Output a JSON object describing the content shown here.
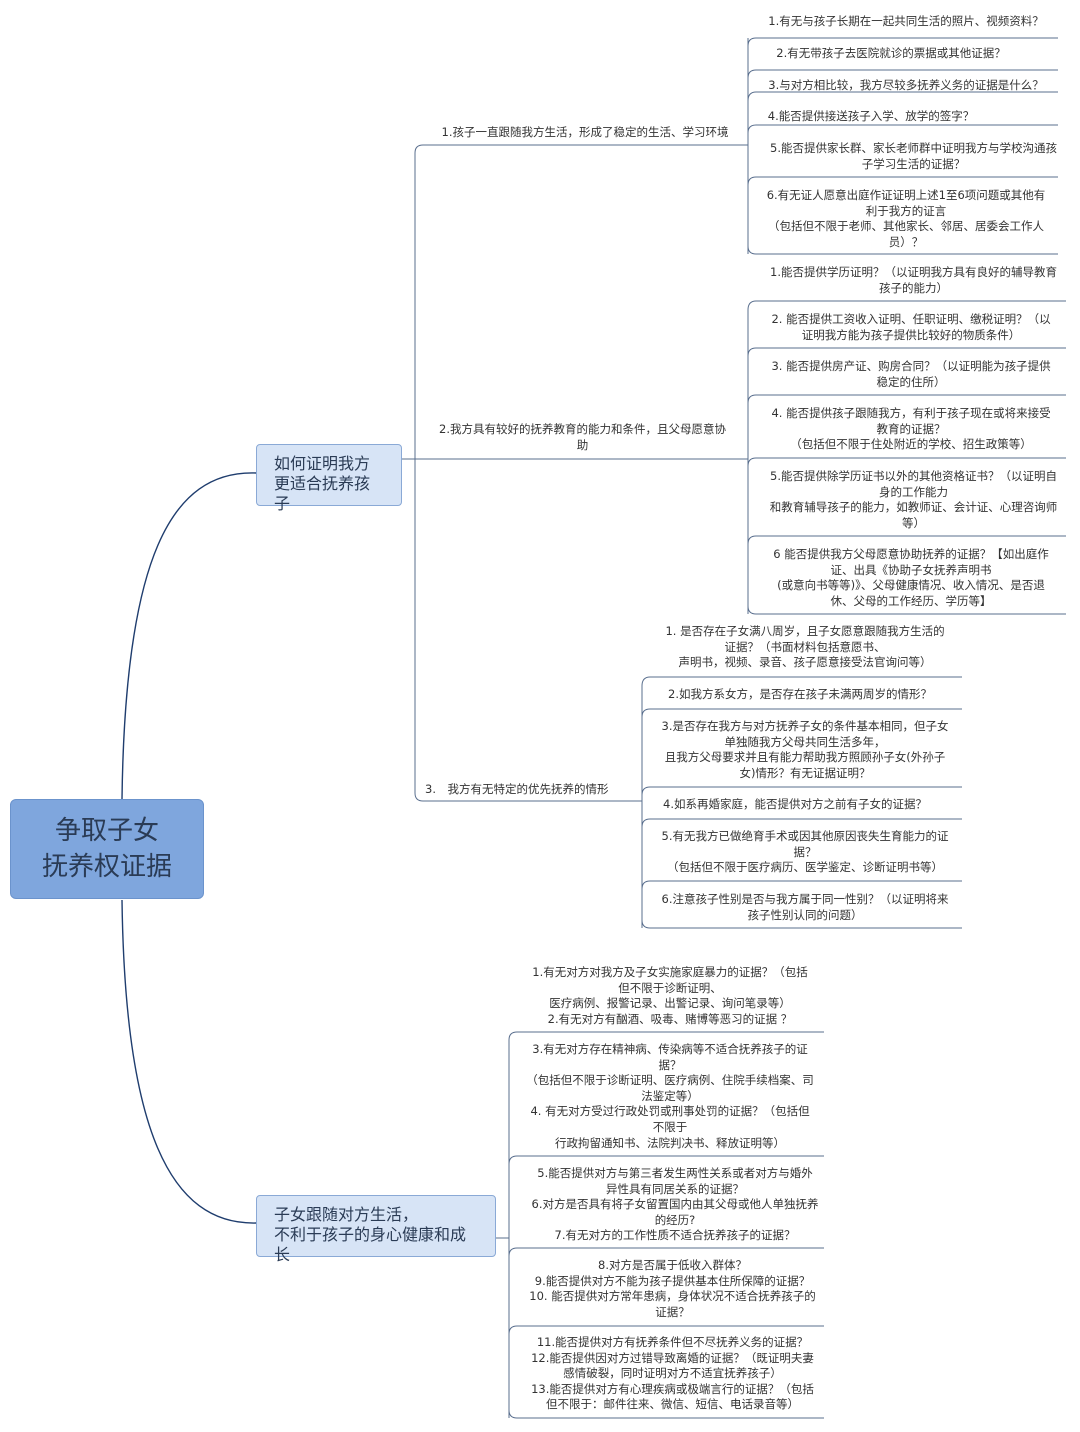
{
  "root": {
    "label": "争取子女\n抚养权证据"
  },
  "branch1": {
    "label": "如何证明我方\n更适合抚养孩子",
    "subs": [
      {
        "label": "1.孩子一直跟随我方生活，形成了稳定的生活、学习环境",
        "items": [
          "1.有无与孩子长期在一起共同生活的照片、视频资料？",
          "2.有无带孩子去医院就诊的票据或其他证据？",
          "3.与对方相比较，我方尽较多抚养义务的证据是什么？",
          "4.能否提供接送孩子入学、放学的签字？",
          "5.能否提供家长群、家长老师群中证明我方与学校沟通孩\n子学习生活的证据？",
          "6.有无证人愿意出庭作证证明上述1至6项问题或其他有\n利于我方的证言\n（包括但不限于老师、其他家长、邻居、居委会工作人\n员）？"
        ]
      },
      {
        "label": "2.我方具有较好的抚养教育的能力和条件，且父母愿意协\n助",
        "items": [
          "1.能否提供学历证明？（以证明我方具有良好的辅导教育\n孩子的能力）",
          "2. 能否提供工资收入证明、任职证明、缴税证明？（以\n证明我方能为孩子提供比较好的物质条件）",
          "3. 能否提供房产证、购房合同？（以证明能为孩子提供\n稳定的住所）",
          "4. 能否提供孩子跟随我方，有利于孩子现在或将来接受\n教育的证据？\n（包括但不限于住处附近的学校、招生政策等）",
          "5.能否提供除学历证书以外的其他资格证书？（以证明自\n身的工作能力\n和教育辅导孩子的能力，如教师证、会计证、心理咨询师\n等）",
          "6 能否提供我方父母愿意协助抚养的证据？【如出庭作\n证、出具《协助子女抚养声明书\n(或意向书等等)》、父母健康情况、收入情况、是否退\n休、父母的工作经历、学历等】"
        ]
      },
      {
        "label": "3.　我方有无特定的优先抚养的情形",
        "items": [
          "1. 是否存在子女满八周岁，且子女愿意跟随我方生活的\n证据？（书面材料包括意愿书、\n声明书，视频、录音、孩子愿意接受法官询问等）",
          "2.如我方系女方，是否存在孩子未满两周岁的情形？",
          "3.是否存在我方与对方抚养子女的条件基本相同，但子女\n单独随我方父母共同生活多年，\n且我方父母要求并且有能力帮助我方照顾孙子女(外孙子\n女)情形？有无证据证明？",
          "4.如系再婚家庭，能否提供对方之前有子女的证据？",
          "5.有无我方已做绝育手术或因其他原因丧失生育能力的证\n据？\n（包括但不限于医疗病历、医学鉴定、诊断证明书等）",
          "6.注意孩子性别是否与我方属于同一性别？（以证明将来\n孩子性别认同的问题）"
        ]
      }
    ]
  },
  "branch2": {
    "label": "子女跟随对方生活，\n不利于孩子的身心健康和成长",
    "items": [
      "1.有无对方对我方及子女实施家庭暴力的证据？（包括\n但不限于诊断证明、\n医疗病例、报警记录、出警记录、询问笔录等）\n2.有无对方有酗酒、吸毒、赌博等恶习的证据 ？",
      "3.有无对方存在精神病、传染病等不适合抚养孩子的证\n据？\n（包括但不限于诊断证明、医疗病例、住院手续档案、司\n法鉴定等）\n4. 有无对方受过行政处罚或刑事处罚的证据？（包括但\n不限于\n行政拘留通知书、法院判决书、释放证明等）",
      "5.能否提供对方与第三者发生两性关系或者对方与婚外\n异性具有同居关系的证据？\n6.对方是否具有将子女留置国内由其父母或他人单独抚养\n的经历?\n7.有无对方的工作性质不适合抚养孩子的证据？",
      "8.对方是否属于低收入群体？\n9.能否提供对方不能为孩子提供基本住所保障的证据？\n10. 能否提供对方常年患病，身体状况不适合抚养孩子的\n证据？",
      "11.能否提供对方有抚养条件但不尽抚养义务的证据？\n12.能否提供因对方过错导致离婚的证据？（既证明夫妻\n感情破裂，同时证明对方不适宜抚养孩子）\n13.能否提供对方有心理疾病或极端言行的证据？（包括\n但不限于：邮件往来、微信、短信、电话录音等）"
    ]
  }
}
